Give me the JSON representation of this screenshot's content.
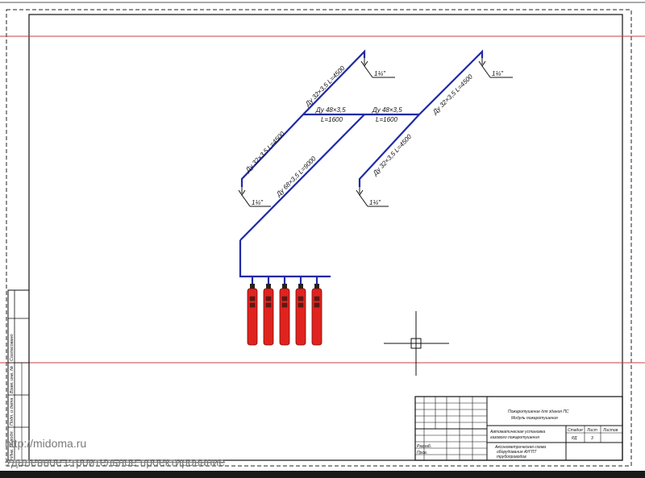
{
  "pipe_labels": {
    "upper_left_riser": "Ду 32×3,5 L=4500",
    "lower_left_riser": "Ду 32×3,5 L=4500",
    "main_riser": "Ду 68×3,5 L=9000",
    "upper_right_riser": "Ду 32×3,5 L=4500",
    "lower_right_riser": "Ду 32×3,5 L=4500",
    "header_left": "Ду 48×3,5",
    "header_left_length": "L=1600",
    "header_right": "Ду 48×3,5",
    "header_right_length": "L=1600"
  },
  "nozzles": [
    "1¼\"",
    "1¼\"",
    "1¼\"",
    "1¼\""
  ],
  "cylinder_count": 5,
  "colors": {
    "pipe": "#1f2aa6",
    "cylinder": "#e0231e",
    "frame_red": "#c44040"
  },
  "side_stamp": [
    "Согласовано",
    "Взам. инв. №",
    "Подп. и дата",
    "Инв. № подл."
  ],
  "title_block": {
    "project": "Пожаротушение для здания ПС",
    "project_sub": "Модуль пожаротушения",
    "system": "Автоматическая установка",
    "system_sub": "газового пожаротушения",
    "sheet_title": "Аксонометрическая схема",
    "sheet_title_2": "оборудования АУГПТ",
    "sheet_title_3": "трубопроводов",
    "stage_header": "Стадия",
    "sheet_header": "Лист",
    "sheets_header": "Листов",
    "stage": "РД",
    "sheet": "3",
    "dev_label": "Разраб.",
    "check_label": "Пров."
  },
  "watermark": {
    "url": "http://midoma.ru",
    "subtitle": "Удаленное строительное проектирование"
  }
}
